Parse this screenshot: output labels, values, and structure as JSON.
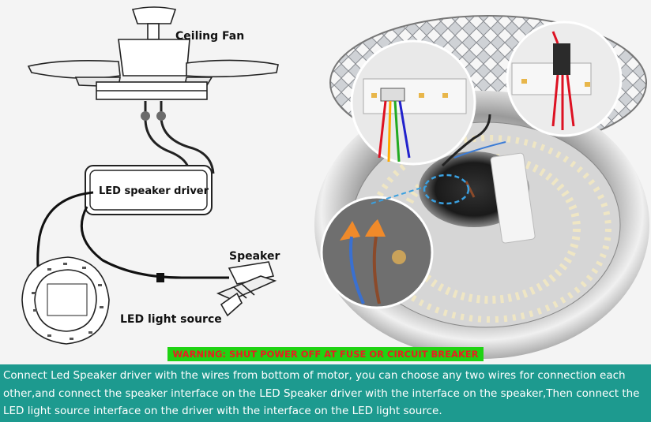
{
  "labels": {
    "ceiling_fan": "Ceiling Fan",
    "led_speaker_driver": "LED speaker driver",
    "speaker": "Speaker",
    "led_light_source": "LED light source"
  },
  "warning": "WARNING: SHUT POWER OFF AT FUSE OR CIRCUIT BREAKER",
  "caption": "Connect Led Speaker driver with the wires from bottom of motor, you can choose any two wires for connection each other,and connect the speaker interface on the LED Speaker driver with the interface on the speaker,Then connect the LED light source interface on the driver with the interface on the LED light source.",
  "colors": {
    "warning_bg": "#1fd312",
    "warning_text": "#e62020",
    "caption_bg": "#1d9a8f",
    "caption_text": "#ffffff",
    "callout_dash": "#3aa0e0"
  }
}
